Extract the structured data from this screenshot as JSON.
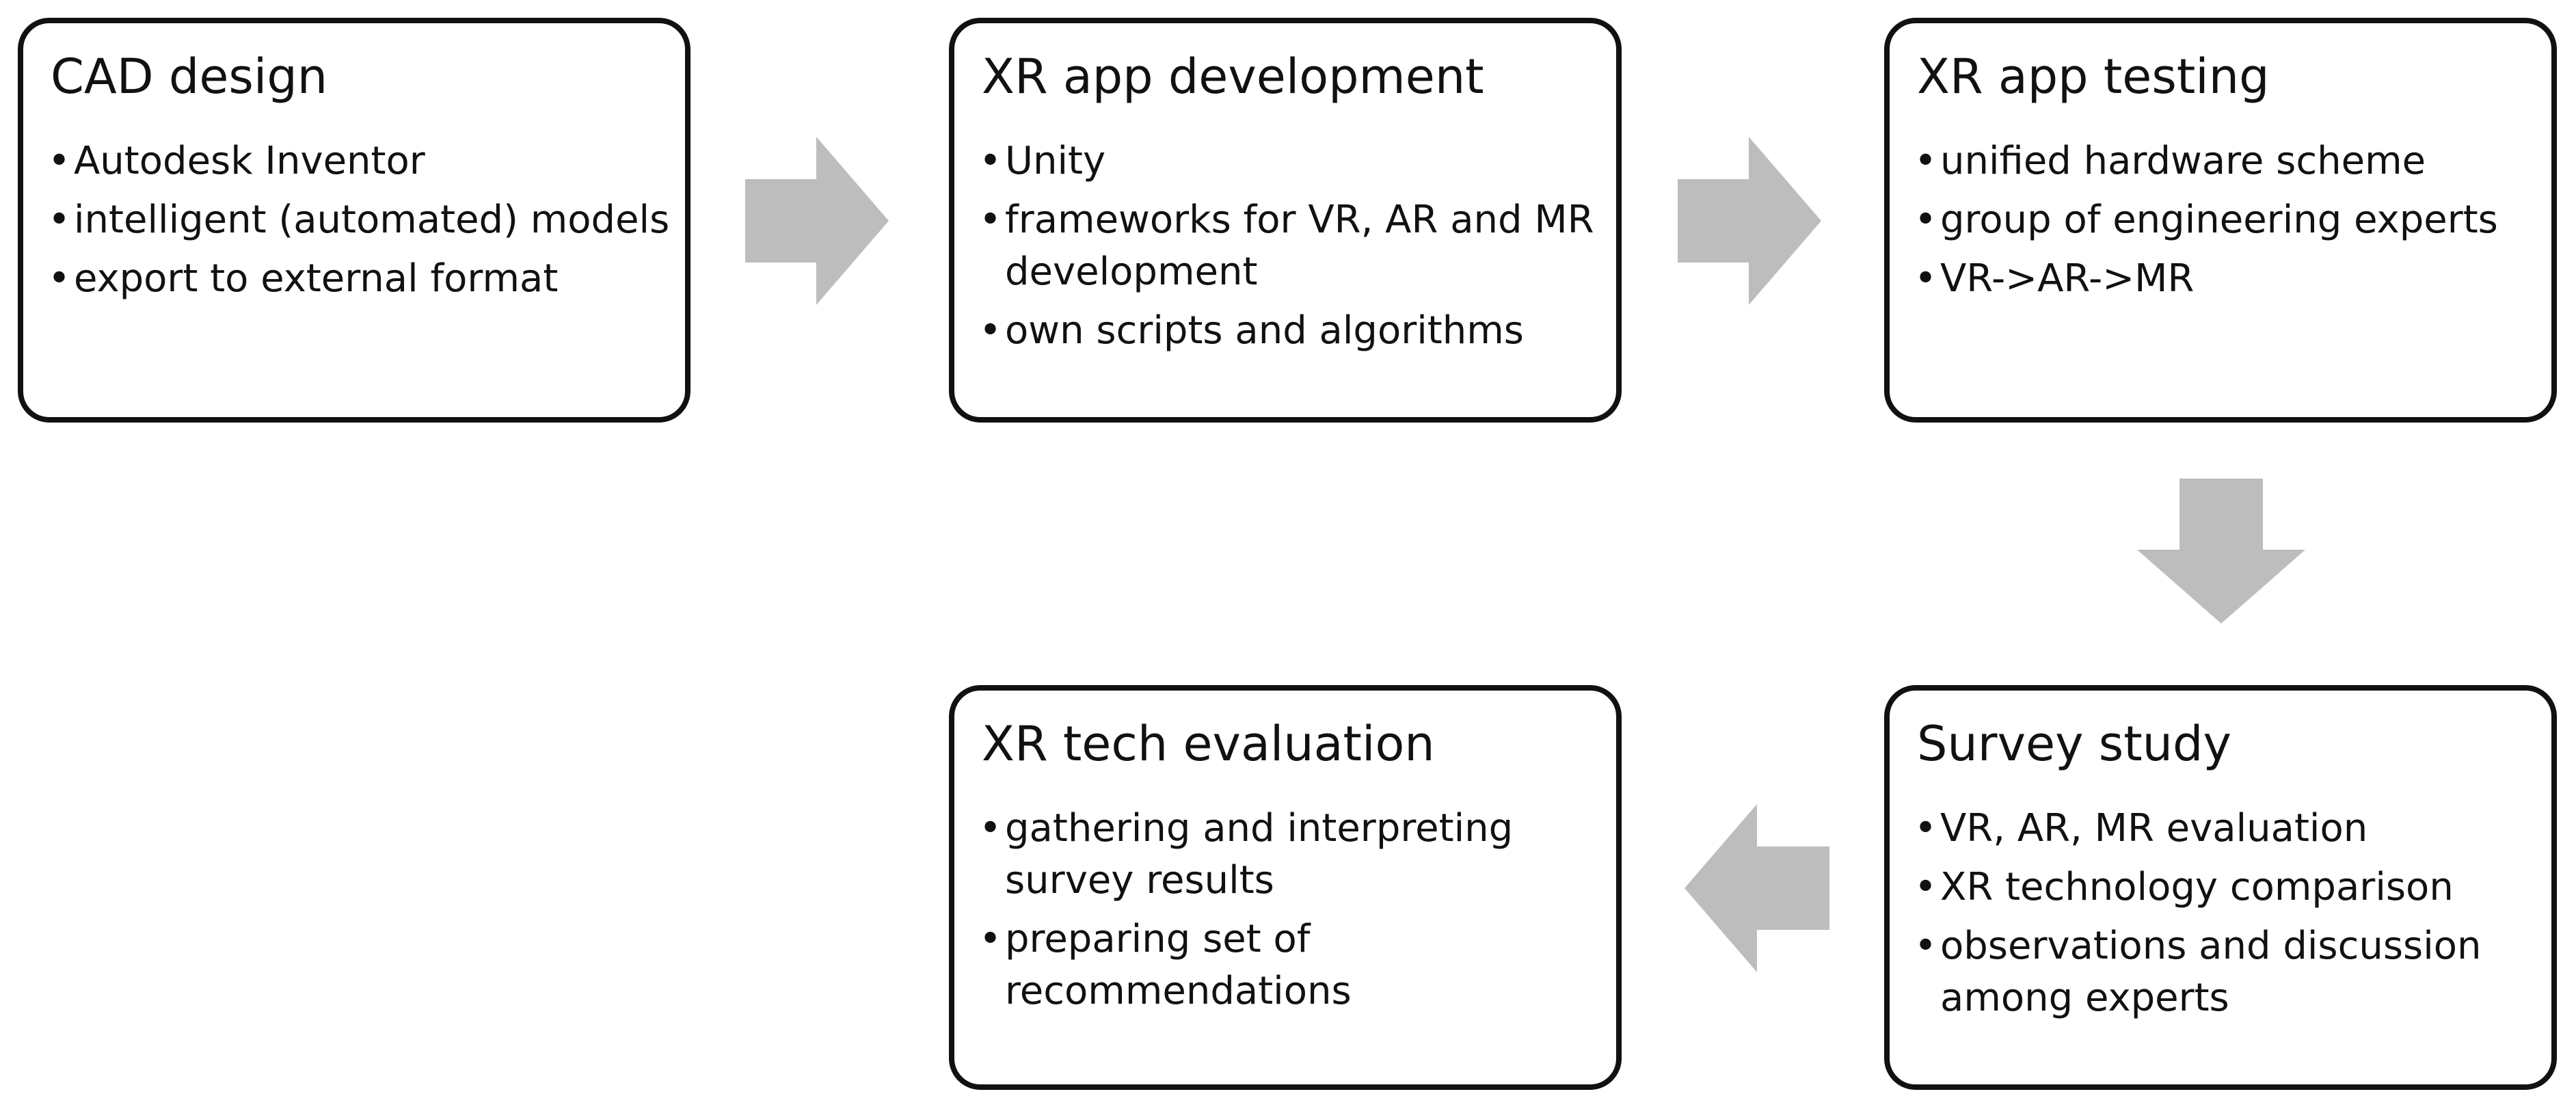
{
  "colors": {
    "box_border": "#111111",
    "box_fill": "#ffffff",
    "arrow_fill": "#bdbdbd",
    "text": "#111111"
  },
  "boxes": [
    {
      "title": "CAD design",
      "bullets": [
        "Autodesk Inventor",
        "intelligent (automated) models",
        "export to external format"
      ]
    },
    {
      "title": "XR app development",
      "bullets": [
        "Unity",
        "frameworks for VR, AR and MR development",
        "own scripts and algorithms"
      ]
    },
    {
      "title": "XR app testing",
      "bullets": [
        "unified hardware scheme",
        "group of engineering experts",
        "VR->AR->MR"
      ]
    },
    {
      "title": "Survey study",
      "bullets": [
        "VR, AR, MR evaluation",
        "XR technology comparison",
        "observations and discussion among experts"
      ]
    },
    {
      "title": "XR tech evaluation",
      "bullets": [
        "gathering and interpreting survey results",
        "preparing set of recommendations"
      ]
    }
  ],
  "arrows": [
    {
      "from": "CAD design",
      "to": "XR app development",
      "direction": "right"
    },
    {
      "from": "XR app development",
      "to": "XR app testing",
      "direction": "right"
    },
    {
      "from": "XR app testing",
      "to": "Survey study",
      "direction": "down"
    },
    {
      "from": "Survey study",
      "to": "XR tech evaluation",
      "direction": "left"
    }
  ]
}
